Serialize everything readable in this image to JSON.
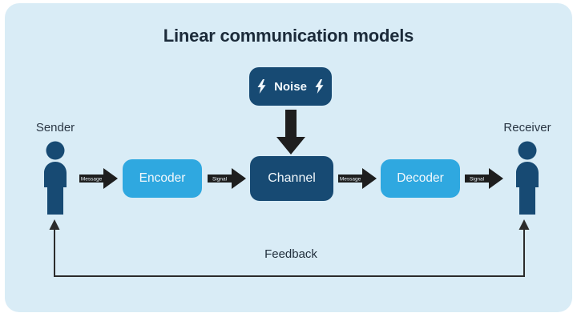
{
  "title": "Linear communication models",
  "noise": {
    "label": "Noise"
  },
  "flow": {
    "sender_label": "Sender",
    "receiver_label": "Receiver",
    "encoder_label": "Encoder",
    "channel_label": "Channel",
    "decoder_label": "Decoder",
    "arrows": [
      {
        "label": "Message"
      },
      {
        "label": "Signal"
      },
      {
        "label": "Message"
      },
      {
        "label": "Signal"
      }
    ]
  },
  "feedback": {
    "label": "Feedback"
  },
  "colors": {
    "card_background": "#d9ecf6",
    "dark_navy": "#174a73",
    "light_blue": "#2fa8e0",
    "arrow_black": "#1e1e1e",
    "title_text": "#1c2b3a"
  }
}
